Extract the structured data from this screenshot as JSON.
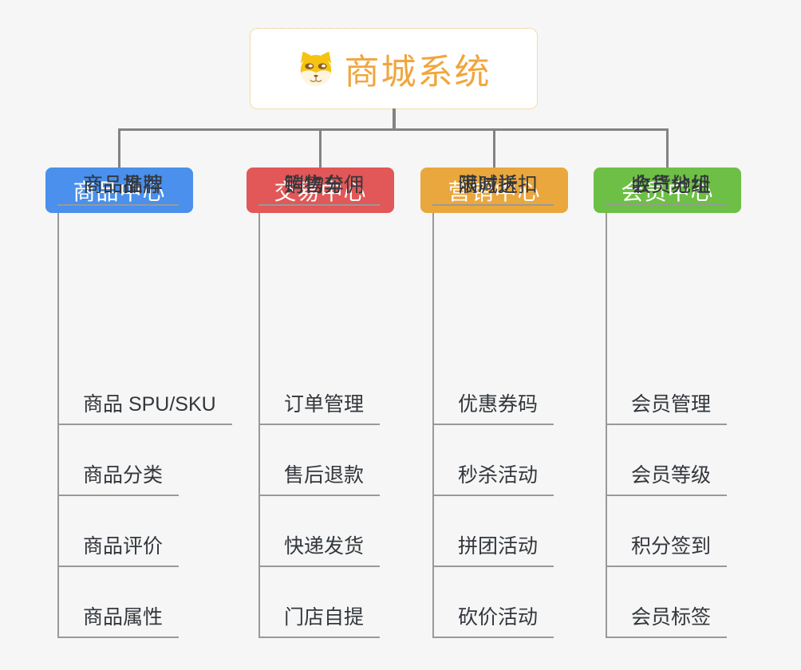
{
  "root": {
    "title": "商城系统",
    "icon": "dog-face-icon"
  },
  "branches": [
    {
      "label": "商品中心",
      "color": "#4a90ec",
      "items": [
        "商品 SPU/SKU",
        "商品分类",
        "商品评价",
        "商品属性",
        "商品推荐",
        "商品品牌"
      ]
    },
    {
      "label": "交易中心",
      "color": "#e25757",
      "items": [
        "订单管理",
        "售后退款",
        "快递发货",
        "门店自提",
        "购物车",
        "销售分佣"
      ]
    },
    {
      "label": "营销中心",
      "color": "#eaa73d",
      "items": [
        "优惠券码",
        "秒杀活动",
        "拼团活动",
        "砍价活动",
        "限时折扣",
        "满减送"
      ]
    },
    {
      "label": "会员中心",
      "color": "#6ebf45",
      "items": [
        "会员管理",
        "会员等级",
        "积分签到",
        "会员标签",
        "会员分组",
        "收货地址"
      ]
    }
  ],
  "colors": {
    "background": "#f5f6f5",
    "root_accent": "#f0a63e",
    "root_border": "#edb45c",
    "connector": "#838383",
    "branch_line": "#999999",
    "leaf_text": "#33373d"
  }
}
